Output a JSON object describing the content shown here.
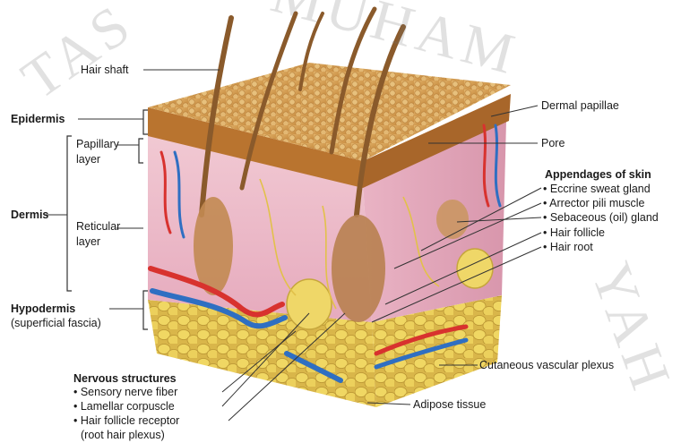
{
  "labels": {
    "hair_shaft": "Hair shaft",
    "epidermis": "Epidermis",
    "papillary_layer_1": "Papillary",
    "papillary_layer_2": "layer",
    "dermis": "Dermis",
    "reticular_layer_1": "Reticular",
    "reticular_layer_2": "layer",
    "hypodermis": "Hypodermis",
    "superficial_fascia": "(superficial fascia)",
    "dermal_papillae": "Dermal papillae",
    "pore": "Pore",
    "appendages_title": "Appendages of skin",
    "eccrine_sweat_gland": "• Eccrine sweat gland",
    "arrector_pili": "• Arrector pili muscle",
    "sebaceous_gland": "• Sebaceous (oil) gland",
    "hair_follicle": "• Hair follicle",
    "hair_root": "• Hair root",
    "nervous_title": "Nervous structures",
    "sensory_nerve": "• Sensory nerve fiber",
    "lamellar_corpuscle": "• Lamellar corpuscle",
    "hair_follicle_receptor": "• Hair follicle receptor",
    "root_hair_plexus": "(root hair plexus)",
    "cutaneous_plexus": "Cutaneous vascular plexus",
    "adipose_tissue": "Adipose tissue"
  },
  "watermark": {
    "text_left": "TAS",
    "text_top": "MUHAM",
    "text_right": "YAH"
  },
  "colors": {
    "epidermis": "#c98a3e",
    "dermis": "#e9b6c6",
    "hypodermis_fat": "#e8cf56",
    "artery": "#d8322e",
    "vein": "#2f6fc2",
    "hair": "#8a5a2b"
  }
}
